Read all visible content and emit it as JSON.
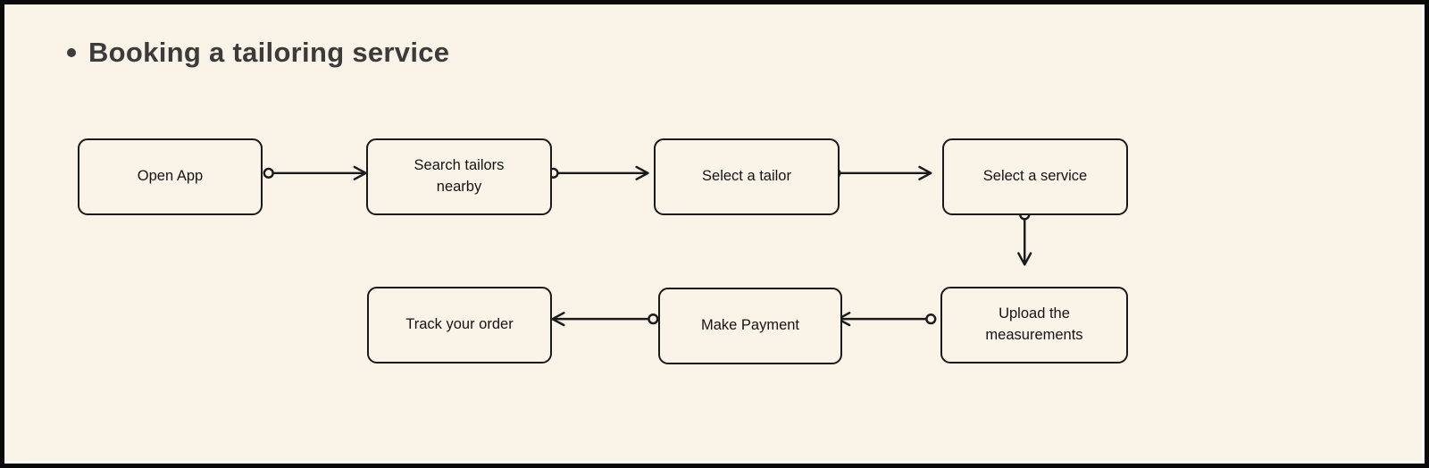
{
  "title": {
    "bullet": "",
    "text": "Booking a tailoring service"
  },
  "colors": {
    "background": "#FAF3E8",
    "ink": "#1A1A1A",
    "title": "#3B3B3B",
    "frame": "#0A0A0A"
  },
  "diagram": {
    "type": "flowchart",
    "nodes": [
      {
        "id": "open-app",
        "label": "Open App"
      },
      {
        "id": "search-tailors-nearby",
        "label": "Search tailors nearby"
      },
      {
        "id": "select-a-tailor",
        "label": "Select a tailor"
      },
      {
        "id": "select-a-service",
        "label": "Select a service"
      },
      {
        "id": "upload-the-measurements",
        "label": "Upload the measurements"
      },
      {
        "id": "make-payment",
        "label": "Make Payment"
      },
      {
        "id": "track-your-order",
        "label": "Track your order"
      }
    ],
    "edges": [
      {
        "from": "open-app",
        "to": "search-tailors-nearby"
      },
      {
        "from": "search-tailors-nearby",
        "to": "select-a-tailor"
      },
      {
        "from": "select-a-tailor",
        "to": "select-a-service"
      },
      {
        "from": "select-a-service",
        "to": "upload-the-measurements"
      },
      {
        "from": "upload-the-measurements",
        "to": "make-payment"
      },
      {
        "from": "make-payment",
        "to": "track-your-order"
      }
    ]
  }
}
